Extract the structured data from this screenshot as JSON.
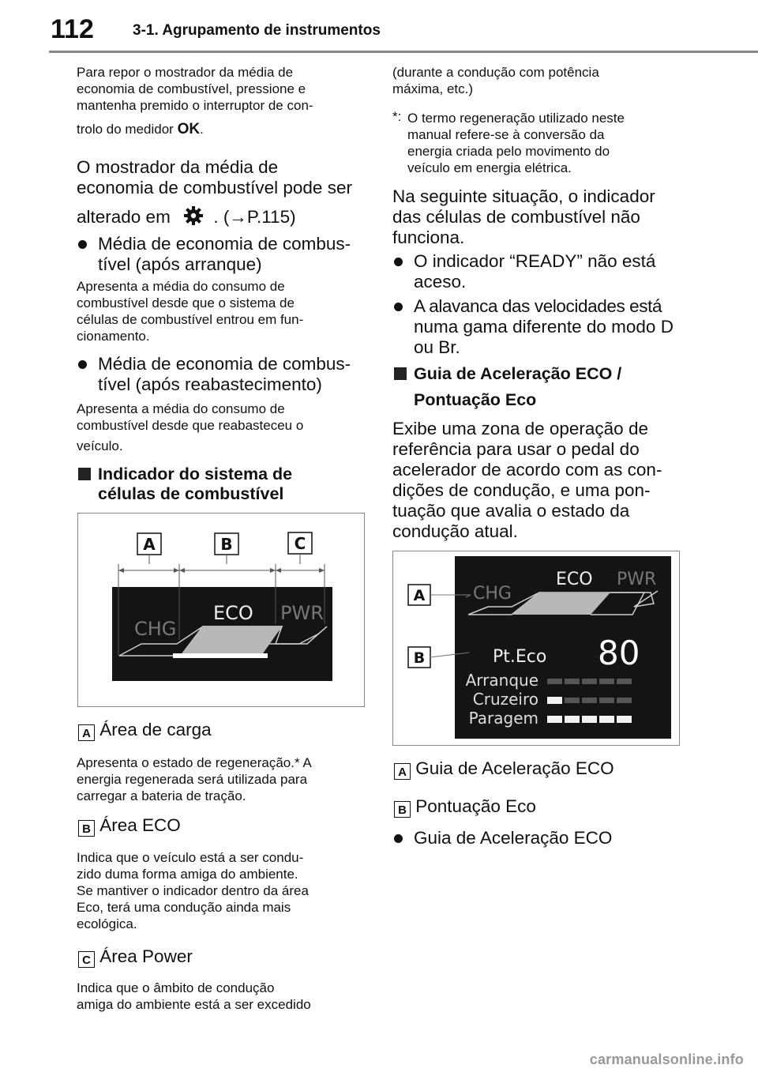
{
  "header": {
    "page_number": "112",
    "section_title": "3-1. Agrupamento de instrumentos"
  },
  "left": {
    "p1_lines": [
      "Para repor o mostrador da média de",
      "economia de combustível, pressione e",
      "mantenha premido o interruptor de con-",
      "trolo do medidor"
    ],
    "ok_symbol": "OK",
    "p1_end": ".",
    "p2_lines": [
      "O mostrador da média de",
      "economia de combustível pode ser"
    ],
    "p2_last_before": "alterado em",
    "p2_last_after": ". (→P.115)",
    "bullet1_lines": [
      "Média de economia de combus-",
      "tível (após arranque)"
    ],
    "bullet1_desc": [
      "Apresenta a média do consumo de",
      "combustível desde que o sistema de",
      "células de combustível entrou em fun-",
      "cionamento."
    ],
    "bullet2_lines": [
      "Média de economia de combus-",
      "tível (após reabastecimento)"
    ],
    "bullet2_desc": [
      "Apresenta a média do consumo de",
      "combustível desde que reabasteceu o",
      "veículo."
    ],
    "heading_lines": [
      "Indicador do sistema de",
      "células de combustível"
    ],
    "fig1": {
      "labels": [
        "A",
        "B",
        "C"
      ],
      "chg": "CHG",
      "eco": "ECO",
      "pwr": "PWR"
    },
    "itemA": {
      "label": "A",
      "title": "Área de carga",
      "desc": [
        "Apresenta o estado de regeneração.* A",
        "energia regenerada será utilizada para",
        "carregar a bateria de tração."
      ]
    },
    "itemB": {
      "label": "B",
      "title": "Área ECO",
      "desc": [
        "Indica que o veículo está a ser condu-",
        "zido duma forma amiga do ambiente.",
        "Se mantiver o indicador dentro da área",
        "Eco, terá uma condução ainda mais",
        "ecológica."
      ]
    },
    "itemC": {
      "label": "C",
      "title": "Área Power",
      "desc": [
        "Indica que o âmbito de condução",
        "amiga do ambiente está a ser excedido"
      ]
    }
  },
  "right": {
    "cont_lines": [
      "(durante a condução com potência",
      "máxima, etc.)"
    ],
    "footnote_marker": "*:",
    "footnote_lines": [
      "O termo regeneração utilizado neste",
      "manual refere-se à conversão da",
      "energia criada pelo movimento do",
      "veículo em energia elétrica."
    ],
    "p_lines": [
      "Na seguinte situação, o indicador",
      "das células de combustível não",
      "funciona."
    ],
    "bullet1_lines": [
      "O indicador “READY” não está",
      "aceso."
    ],
    "bullet2_lines": [
      "A alavanca das velocidades está",
      "numa gama diferente do modo D",
      "ou Br."
    ],
    "heading_lines": [
      "Guia de Aceleração ECO /",
      "Pontuação Eco"
    ],
    "p2_lines": [
      "Exibe uma zona de operação de",
      "referência para usar o pedal do",
      "acelerador de acordo com as con-",
      "dições de condução, e uma pon-",
      "tuação que avalia o estado da",
      "condução atual."
    ],
    "fig2": {
      "labels": [
        "A",
        "B"
      ],
      "chg": "CHG",
      "eco": "ECO",
      "pwr": "PWR",
      "pt_label": "Pt.Eco",
      "pt_value": "80",
      "rows": [
        {
          "name": "Arranque",
          "filled": 0
        },
        {
          "name": "Cruzeiro",
          "filled": 1
        },
        {
          "name": "Paragem",
          "filled": 5
        }
      ]
    },
    "itemA": {
      "label": "A",
      "title": "Guia de Aceleração ECO"
    },
    "itemB": {
      "label": "B",
      "title": "Pontuação Eco"
    },
    "bullet3": "Guia de Aceleração ECO"
  },
  "footer": "carmanualsonline.info"
}
